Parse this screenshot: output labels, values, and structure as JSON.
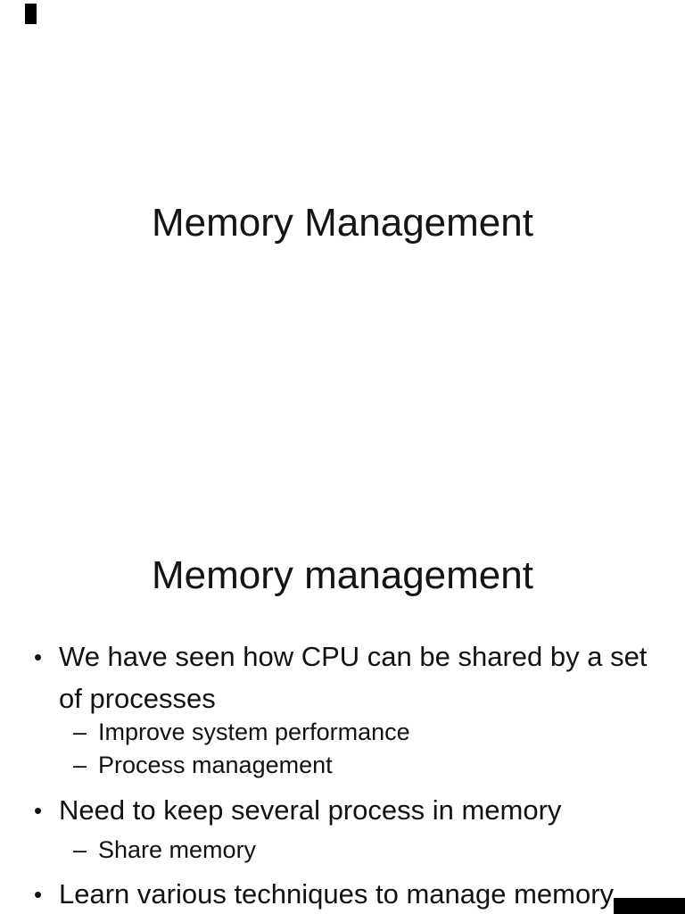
{
  "slide1": {
    "title": "Memory Management"
  },
  "slide2": {
    "title": "Memory management",
    "lines": [
      {
        "marker": "•",
        "text": "We have seen how CPU can be shared by a set"
      },
      {
        "marker": "",
        "text": "of processes"
      },
      {
        "marker": "–",
        "text": "Improve system performance"
      },
      {
        "marker": "–",
        "text": "Process management"
      },
      {
        "marker": "•",
        "text": "Need to keep several process in memory"
      },
      {
        "marker": "–",
        "text": "Share memory"
      },
      {
        "marker": "•",
        "text": "Learn various techniques to manage memory"
      }
    ]
  },
  "colors": {
    "page_background": "#ffffff",
    "text": "#121212",
    "edge_artifact": "#000000"
  }
}
